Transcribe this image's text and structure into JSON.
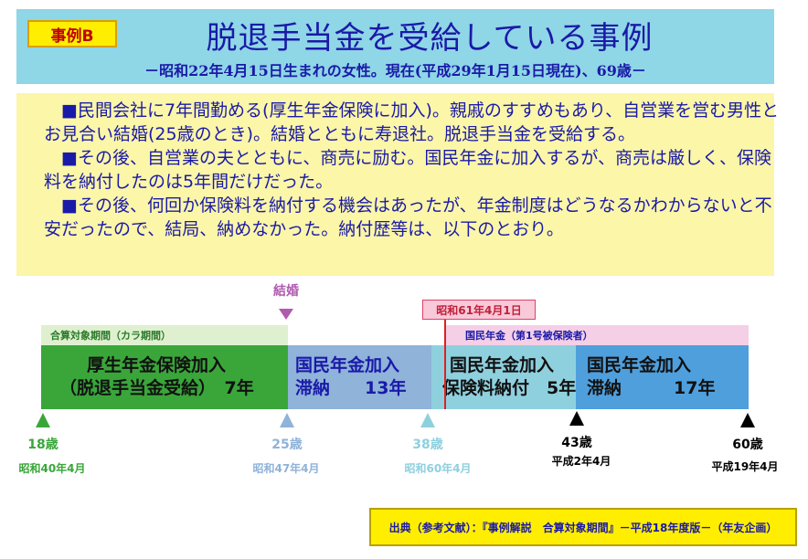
{
  "header": {
    "badge": "事例B",
    "title": "脱退手当金を受給している事例",
    "subtitle": "－昭和22年4月15日生まれの女性。現在(平成29年1月15日現在)、69歳－"
  },
  "description": {
    "paragraphs": [
      "　■民間会社に7年間勤める(厚生年金保険に加入)。親戚のすすめもあり、自営業を営む男性とお見合い結婚(25歳のとき)。結婚とともに寿退社。脱退手当金を受給する。",
      "　■その後、自営業の夫とともに、商売に励む。国民年金に加入するが、商売は厳しく、保険料を納付したのは5年間だけだった。",
      "　■その後、何回か保険料を納付する機会はあったが、年金制度はどうなるかわからないと不安だったので、結局、納めなかった。納付歴等は、以下のとおり。"
    ]
  },
  "timeline": {
    "marriage_label": "結婚",
    "cutoff_label": "昭和61年4月1日",
    "strip_left": "合算対象期間（カラ期間）",
    "strip_right": "国民年金（第1号被保険者）",
    "segments": [
      {
        "line1": "厚生年金保険加入",
        "line2": "（脱退手当金受給）　7年"
      },
      {
        "line1": "国民年金加入",
        "line2": "滞納　　13年"
      },
      {
        "line1": "国民年金加入",
        "line2": "保険料納付　5年"
      },
      {
        "line1": "国民年金加入",
        "line2": "滞納　　　17年"
      }
    ],
    "markers": [
      {
        "age": "18歳",
        "date": "昭和40年4月",
        "color": "#3aa63a"
      },
      {
        "age": "25歳",
        "date": "昭和47年4月",
        "color": "#8fb3d9"
      },
      {
        "age": "38歳",
        "date": "昭和60年4月",
        "color": "#8fd0de"
      },
      {
        "age": "43歳",
        "date": "平成2年4月",
        "color": "#000000"
      },
      {
        "age": "60歳",
        "date": "平成19年4月",
        "color": "#000000"
      }
    ]
  },
  "source": "出典（参考文献）：『事例解説　合算対象期間』－平成18年度版－（年友企画）",
  "colors": {
    "header_bg": "#8fd6e6",
    "desc_bg": "#fbf6a8",
    "employee_pension": "#3aa63a",
    "unpaid": "#8fb3d9",
    "paid": "#8fd0de",
    "unpaid_late": "#4f9fdc"
  }
}
